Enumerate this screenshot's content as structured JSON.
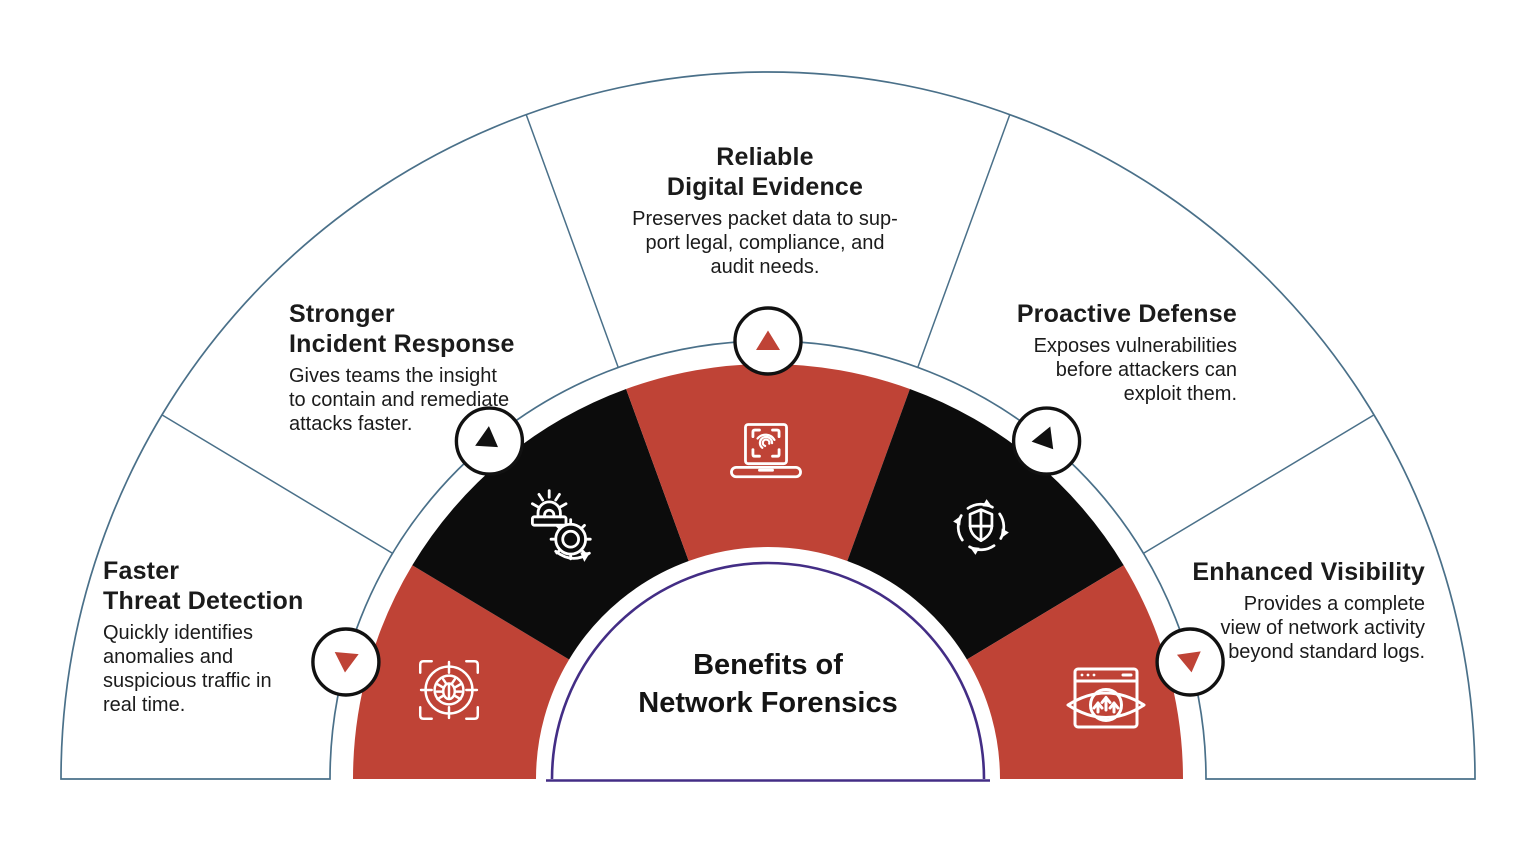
{
  "title": {
    "line1": "Benefits of",
    "line2": "Network Forensics"
  },
  "sections": [
    {
      "name": "faster-threat-detection",
      "title_lines": [
        "Faster",
        "Threat Detection"
      ],
      "body_lines": [
        "Quickly identifies",
        "anomalies and",
        "suspicious traffic in",
        "real time."
      ],
      "icon": "bug-crosshair-icon",
      "wedge_color": "#bf4336",
      "marker_color": "#bf4336"
    },
    {
      "name": "stronger-incident-response",
      "title_lines": [
        "Stronger",
        "Incident Response"
      ],
      "body_lines": [
        "Gives teams the insight",
        "to contain and remediate",
        "attacks faster."
      ],
      "icon": "siren-gear-icon",
      "wedge_color": "#0c0c0c",
      "marker_color": "#0c0c0c"
    },
    {
      "name": "reliable-digital-evidence",
      "title_lines": [
        "Reliable",
        "Digital Evidence"
      ],
      "body_lines": [
        "Preserves packet data to sup-",
        "port legal, compliance, and",
        "audit needs."
      ],
      "icon": "laptop-fingerprint-icon",
      "wedge_color": "#bf4336",
      "marker_color": "#bf4336"
    },
    {
      "name": "proactive-defense",
      "title_lines": [
        "Proactive Defense"
      ],
      "body_lines": [
        "Exposes vulnerabilities",
        "before attackers can",
        "exploit them."
      ],
      "icon": "shield-sync-icon",
      "wedge_color": "#0c0c0c",
      "marker_color": "#0c0c0c"
    },
    {
      "name": "enhanced-visibility",
      "title_lines": [
        "Enhanced Visibility"
      ],
      "body_lines": [
        "Provides a complete",
        "view of network activity",
        "beyond standard logs."
      ],
      "icon": "eye-monitor-icon",
      "wedge_color": "#bf4336",
      "marker_color": "#bf4336"
    }
  ],
  "colors": {
    "accent_red": "#bf4336",
    "wedge_black": "#0c0c0c",
    "ring_outline_navy": "#4a7089",
    "center_outline_purple": "#432d85",
    "text": "#1b1b1b",
    "background": "#ffffff"
  }
}
